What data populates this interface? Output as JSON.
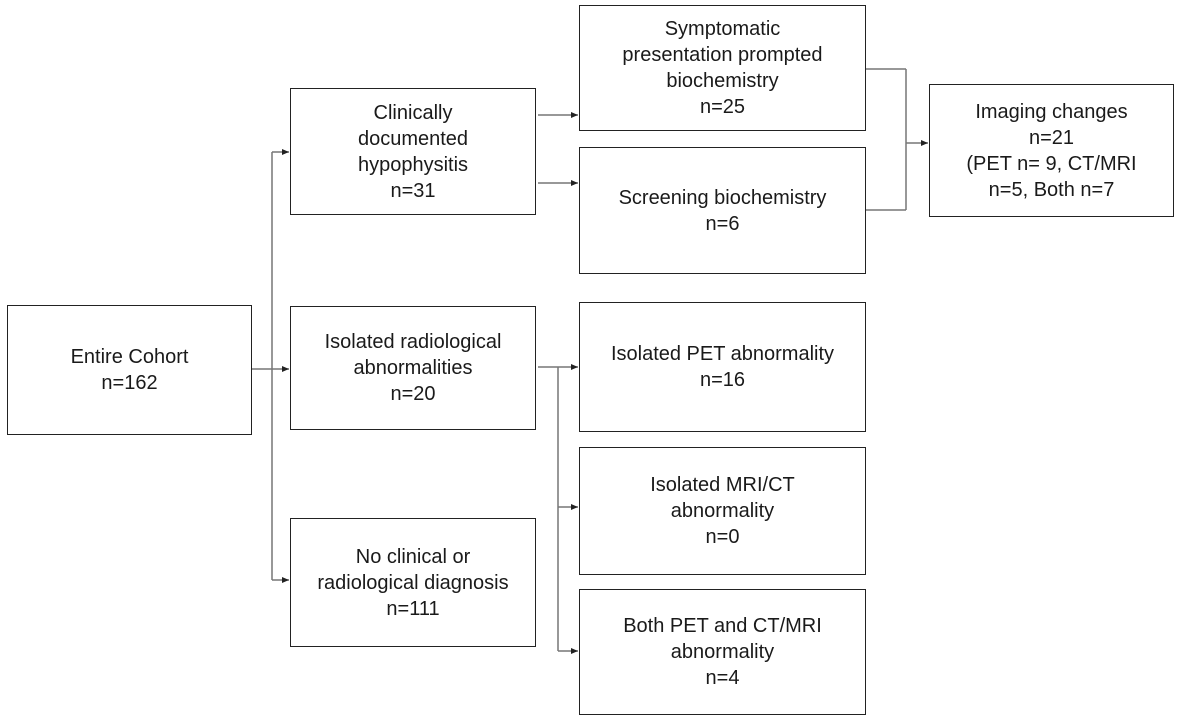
{
  "nodes": {
    "entire_cohort": {
      "lines": [
        "Entire Cohort",
        "n=162"
      ]
    },
    "clinical": {
      "lines": [
        "Clinically",
        "documented",
        "hypophysitis",
        "n=31"
      ]
    },
    "isolated_radiological": {
      "lines": [
        "Isolated radiological",
        "abnormalities",
        "n=20"
      ]
    },
    "no_diagnosis": {
      "lines": [
        "No clinical or",
        "radiological diagnosis",
        "n=111"
      ]
    },
    "symptomatic": {
      "lines": [
        "Symptomatic",
        "presentation prompted",
        "biochemistry",
        "n=25"
      ]
    },
    "screening": {
      "lines": [
        "Screening biochemistry",
        "n=6"
      ]
    },
    "isolated_pet": {
      "lines": [
        "Isolated PET abnormality",
        "n=16"
      ]
    },
    "isolated_mri_ct": {
      "lines": [
        "Isolated MRI/CT",
        "abnormality",
        "n=0"
      ]
    },
    "both_pet_ct_mri": {
      "lines": [
        "Both PET and CT/MRI",
        "abnormality",
        "n=4"
      ]
    },
    "imaging_changes": {
      "lines": [
        "Imaging changes",
        "n=21",
        "(PET n= 9, CT/MRI",
        "n=5, Both n=7"
      ]
    }
  },
  "colors": {
    "line": "#777777",
    "border": "#222222",
    "text": "#1a1a1a"
  }
}
